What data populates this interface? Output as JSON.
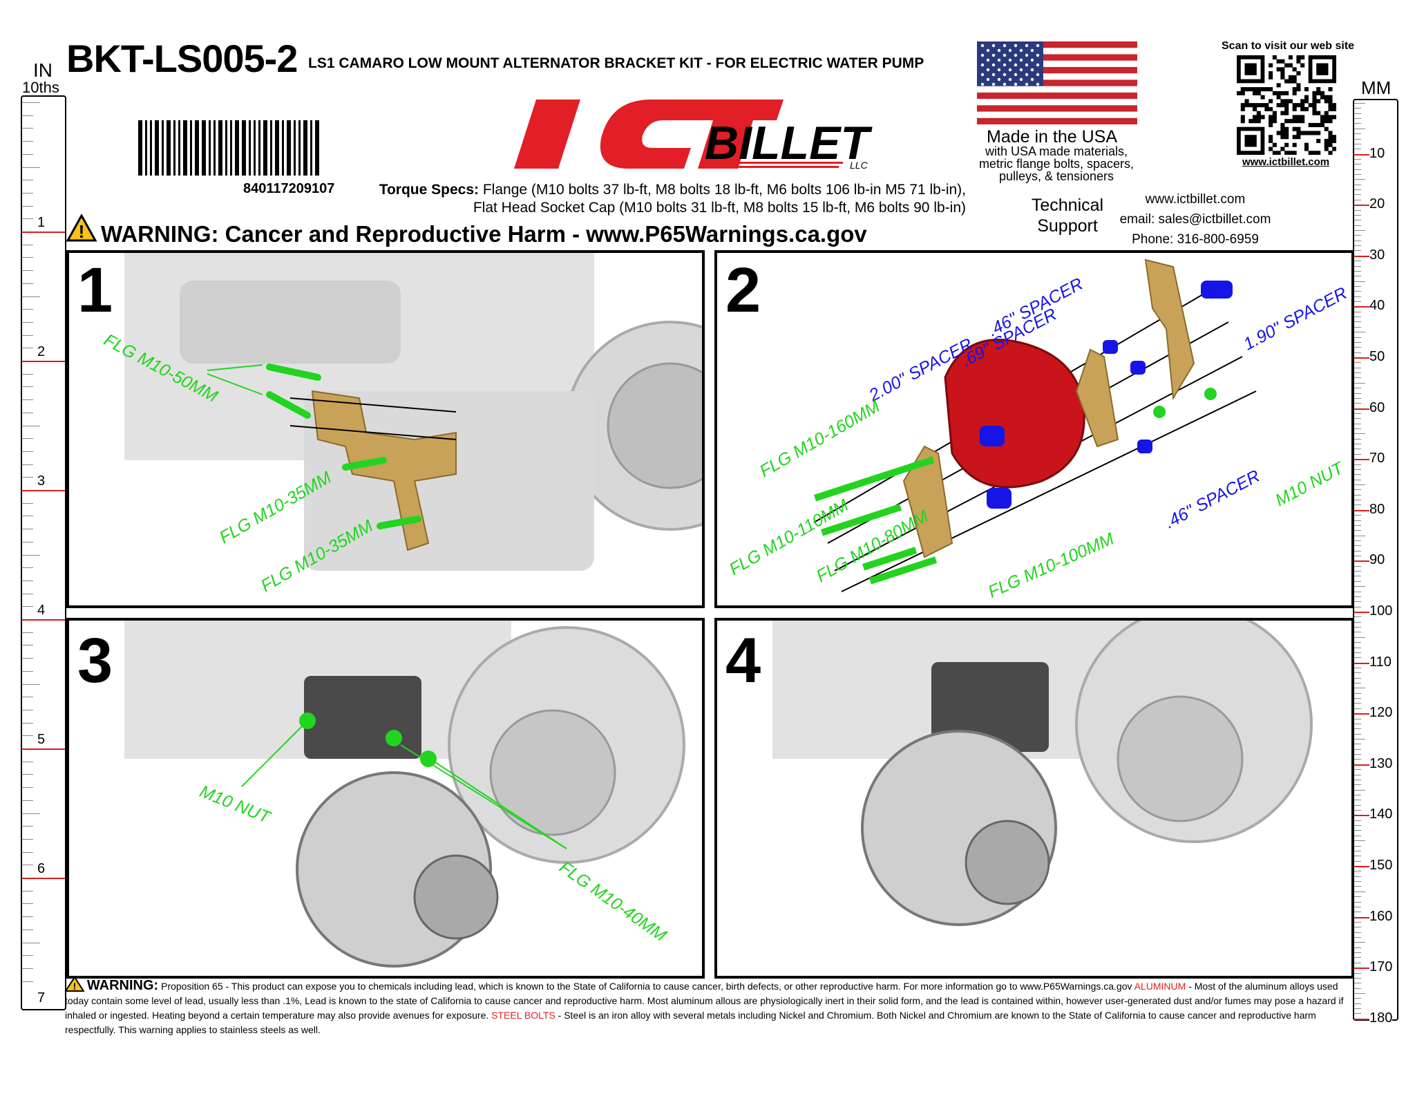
{
  "header": {
    "part_number": "BKT-LS005-2",
    "subtitle": "LS1 CAMARO LOW MOUNT ALTERNATOR BRACKET KIT - FOR ELECTRIC WATER PUMP",
    "barcode_number": "840117209107",
    "torque_label": "Torque Specs:",
    "torque_line1": "Flange (M10 bolts 37 lb-ft, M8 bolts 18 lb-ft, M6 bolts 106 lb-in M5 71 lb-in),",
    "torque_line2": "Flat Head Socket Cap (M10 bolts 31 lb-ft, M8 bolts 15 lb-ft, M6 bolts 90 lb-in)",
    "warning": "WARNING: Cancer and Reproductive Harm - www.P65Warnings.ca.gov"
  },
  "logo": {
    "brand_text": "ICT BILLET LLC",
    "color": "#e21e26"
  },
  "usa": {
    "made_in": "Made in the USA",
    "line1": "with USA made materials,",
    "line2": "metric flange bolts, spacers,",
    "line3": "pulleys, & tensioners"
  },
  "qr": {
    "caption": "Scan to visit our web site",
    "url": "www.ictbillet.com"
  },
  "support": {
    "title_line1": "Technical",
    "title_line2": "Support",
    "web": "www.ictbillet.com",
    "email": "email: sales@ictbillet.com",
    "phone": "Phone: 316-800-6959"
  },
  "ruler_left": {
    "unit": "IN",
    "subunit": "10ths",
    "numbers": [
      "1",
      "2",
      "3",
      "4",
      "5",
      "6",
      "7"
    ]
  },
  "ruler_right": {
    "unit": "MM",
    "numbers": [
      "10",
      "20",
      "30",
      "40",
      "50",
      "60",
      "70",
      "80",
      "90",
      "100",
      "110",
      "120",
      "130",
      "140",
      "150",
      "160",
      "170",
      "180"
    ]
  },
  "panels": {
    "p1": {
      "step": "1",
      "labels": [
        "FLG M10-50MM",
        "FLG M10-35MM",
        "FLG M10-35MM"
      ]
    },
    "p2": {
      "step": "2",
      "labels": [
        ".46\" SPACER",
        ".69\" SPACER",
        "2.00\" SPACER",
        "1.90\" SPACER",
        "FLG M10-160MM",
        "FLG M10-110MM",
        "FLG M10-80MM",
        "FLG M10-100MM",
        ".46\" SPACER",
        "M10 NUT"
      ]
    },
    "p3": {
      "step": "3",
      "labels": [
        "M10 NUT",
        "FLG M10-40MM"
      ]
    },
    "p4": {
      "step": "4"
    }
  },
  "footer": {
    "warning_label": "WARNING:",
    "text1": "Proposition 65 - This product can expose you to chemicals including lead, which is known to the State of California to cause cancer, birth defects, or other reproductive harm. For more information go to www.P65Warnings.ca.gov",
    "aluminum_label": "ALUMINUM",
    "text2": "- Most of the aluminum alloys used today contain some level of lead, usually less than .1%, Lead is known to the state of California to cause cancer and reproductive harm. Most aluminum allous are physiologically inert in their solid form, and the lead is contained within, however user-generated dust and/or fumes may pose a hazard if inhaled or ingested. Heating beyond a certain temperature may also provide avenues for exposure.",
    "steel_label": "STEEL BOLTS",
    "text3": "- Steel is an iron alloy with several metals including Nickel and Chromium. Both Nickel and Chromium are known to the State of California to cause cancer and reproductive harm respectfully. This warning applies to stainless steels as well."
  },
  "colors": {
    "callout_green": "#22d41f",
    "callout_blue": "#1515e6",
    "bracket_gold": "#c9a25a",
    "alternator_red": "#c8141a"
  }
}
